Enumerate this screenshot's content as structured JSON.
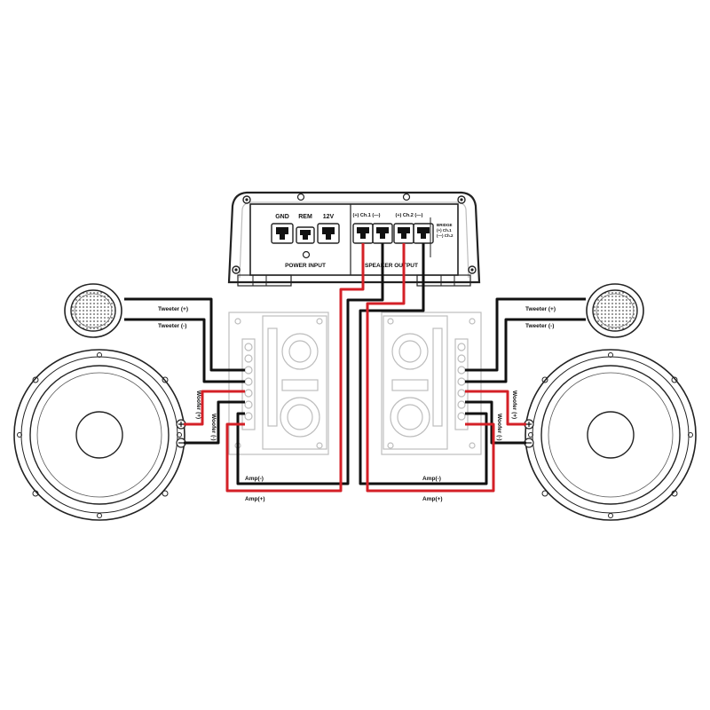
{
  "amplifier": {
    "power_terminals": [
      "GND",
      "REM",
      "12V"
    ],
    "power_label": "POWER INPUT",
    "channel_headers": [
      "(+) Ch.1 (—)",
      "(+) Ch.2 (—)"
    ],
    "bridge_label": "BRIDGE",
    "bridge_ch1": "(+) Ch.1",
    "bridge_ch2": "(—) Ch.2",
    "output_label": "SPEAKER OUTPUT"
  },
  "left": {
    "tweeter_pos": "Tweeter (+)",
    "tweeter_neg": "Tweeter (-)",
    "woofer_pos": "Woofer (+)",
    "woofer_neg": "Woofer (-)",
    "amp_neg": "Amp(-)",
    "amp_pos": "Amp(+)"
  },
  "right": {
    "tweeter_pos": "Tweeter (+)",
    "tweeter_neg": "Tweeter (-)",
    "woofer_pos": "Woofer (+)",
    "woofer_neg": "Woofer (-)",
    "amp_neg": "Amp(-)",
    "amp_pos": "Amp(+)"
  },
  "colors": {
    "positive_wire": "#d42027",
    "negative_wire": "#111111"
  }
}
